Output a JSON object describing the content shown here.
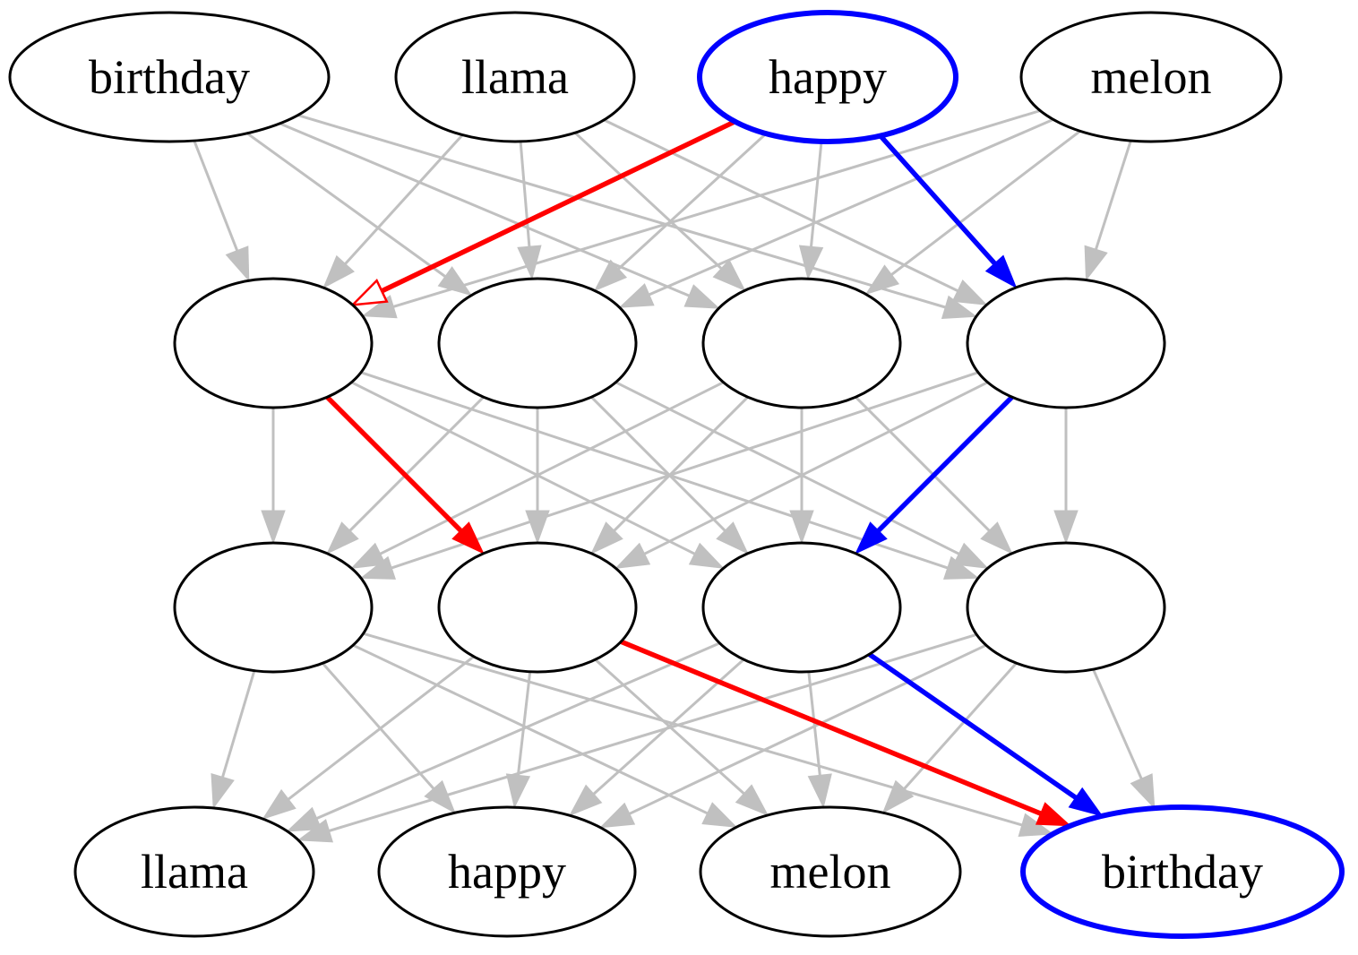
{
  "colors": {
    "background": "#ffffff",
    "node_stroke": "#000000",
    "edge_default": "#c0c0c0",
    "highlight_blue": "#0000ff",
    "highlight_red": "#ff0000"
  },
  "nodes": [
    {
      "id": "in0",
      "label": "birthday",
      "layer": 0,
      "index": 0
    },
    {
      "id": "in1",
      "label": "llama",
      "layer": 0,
      "index": 1
    },
    {
      "id": "in2",
      "label": "happy",
      "layer": 0,
      "index": 2,
      "highlight": "blue"
    },
    {
      "id": "in3",
      "label": "melon",
      "layer": 0,
      "index": 3
    },
    {
      "id": "h1_0",
      "label": "",
      "layer": 1,
      "index": 0
    },
    {
      "id": "h1_1",
      "label": "",
      "layer": 1,
      "index": 1
    },
    {
      "id": "h1_2",
      "label": "",
      "layer": 1,
      "index": 2
    },
    {
      "id": "h1_3",
      "label": "",
      "layer": 1,
      "index": 3
    },
    {
      "id": "h2_0",
      "label": "",
      "layer": 2,
      "index": 0
    },
    {
      "id": "h2_1",
      "label": "",
      "layer": 2,
      "index": 1
    },
    {
      "id": "h2_2",
      "label": "",
      "layer": 2,
      "index": 2
    },
    {
      "id": "h2_3",
      "label": "",
      "layer": 2,
      "index": 3
    },
    {
      "id": "out0",
      "label": "llama",
      "layer": 3,
      "index": 0
    },
    {
      "id": "out1",
      "label": "happy",
      "layer": 3,
      "index": 1
    },
    {
      "id": "out2",
      "label": "melon",
      "layer": 3,
      "index": 2
    },
    {
      "id": "out3",
      "label": "birthday",
      "layer": 3,
      "index": 3,
      "highlight": "blue"
    }
  ],
  "edges": {
    "connectivity": "fully-connected between consecutive layers",
    "highlighted": [
      {
        "from": "in2",
        "to": "h1_0",
        "color": "red",
        "style": "open-arrow"
      },
      {
        "from": "h1_0",
        "to": "h2_1",
        "color": "red"
      },
      {
        "from": "h2_1",
        "to": "out3",
        "color": "red"
      },
      {
        "from": "in2",
        "to": "h1_3",
        "color": "blue"
      },
      {
        "from": "h1_3",
        "to": "h2_2",
        "color": "blue"
      },
      {
        "from": "h2_2",
        "to": "out3",
        "color": "blue"
      }
    ]
  }
}
